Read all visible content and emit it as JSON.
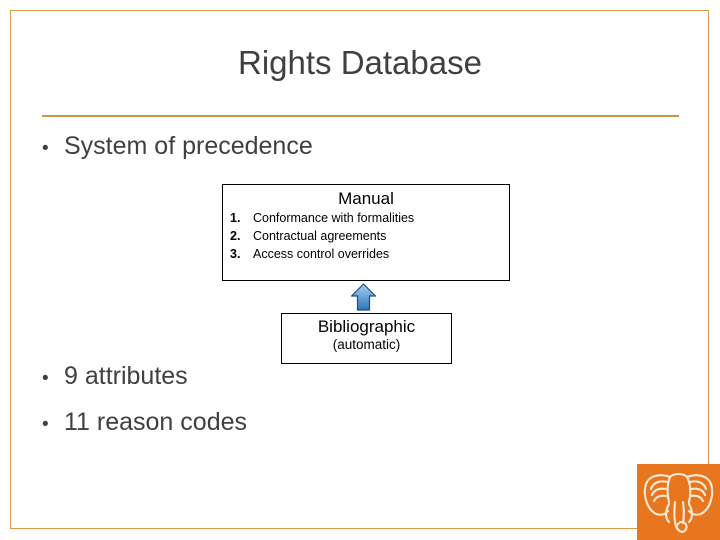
{
  "slide": {
    "title": "Rights Database",
    "accent_color": "#C8954E",
    "frame_color": "#D9974A",
    "text_color": "#404040"
  },
  "bullets": [
    {
      "marker": "•",
      "text": "System of precedence"
    },
    {
      "marker": "•",
      "text": "9 attributes"
    },
    {
      "marker": "•",
      "text": "11 reason codes"
    }
  ],
  "manual_box": {
    "title": "Manual",
    "items": [
      {
        "num": "1.",
        "text": "Conformance with formalities"
      },
      {
        "num": "2.",
        "text": "Contractual agreements"
      },
      {
        "num": "3.",
        "text": "Access control overrides"
      }
    ]
  },
  "arrow": {
    "name": "up-arrow",
    "fill_top": "#9DC3E6",
    "fill_bottom": "#2E75B6",
    "stroke": "#1F4E79"
  },
  "bibliographic_box": {
    "title": "Bibliographic",
    "subtitle": "(automatic)"
  },
  "logo": {
    "name": "elephant-logo",
    "background": "#E8761E",
    "line_color": "#FDEBD7"
  }
}
